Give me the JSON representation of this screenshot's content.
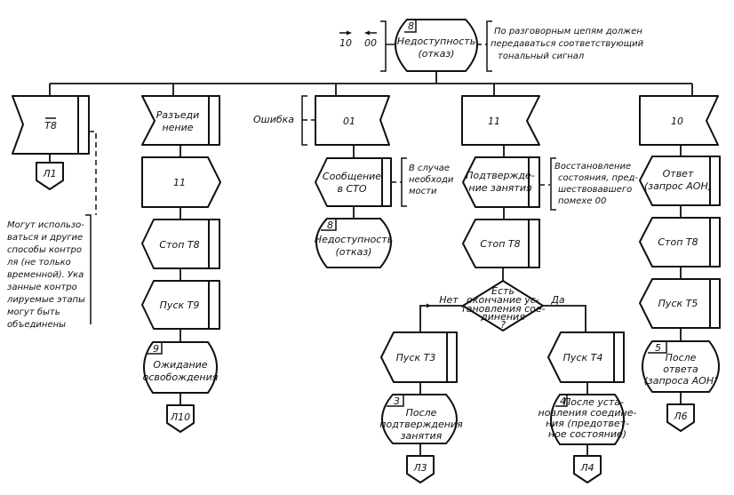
{
  "top": {
    "signal_left": "10",
    "signal_right": "00",
    "state_number": "8",
    "state_label": [
      "Недоступность",
      "(отказ)"
    ],
    "comment": [
      "По разговорным цепям должен",
      "передаваться соответствующий",
      "тональный сигнал"
    ]
  },
  "columns": [
    {
      "input": [
        "T8"
      ],
      "connector": "Л1",
      "comment": [
        "Могут использо-",
        "ваться и другие",
        "способы контро",
        "ля (не только",
        "временной). Ука",
        "занные контро",
        "лируемые этапы",
        "могут быть",
        "объединены"
      ]
    },
    {
      "input": [
        "Разъеди",
        "нение"
      ],
      "output": [
        "11"
      ],
      "task1": [
        "Стоп T8"
      ],
      "task2": [
        "Пуск T9"
      ],
      "state_number": "9",
      "state_label": [
        "Ожидание",
        "освобождения"
      ],
      "connector": "Л10"
    },
    {
      "input": [
        "01"
      ],
      "input_comment": [
        "Ошибка"
      ],
      "task1": [
        "Сообщение",
        "в СТО"
      ],
      "task1_comment": [
        "В случае",
        "необходи",
        "мости"
      ],
      "state_number": "8",
      "state_label": [
        "Недоступность",
        "(отказ)"
      ]
    },
    {
      "input": [
        "11"
      ],
      "task1": [
        "Подтвержде-",
        "ние занятия"
      ],
      "task1_comment": [
        "Восстановление",
        "состояния, пред-",
        "шествовавшего",
        "помехе 00"
      ],
      "task2": [
        "Стоп T8"
      ],
      "decision": [
        "Есть",
        "окончание ус-",
        "тановления сое-",
        "динения",
        "?"
      ],
      "branch_no": {
        "label": "Нет",
        "task": [
          "Пуск T3"
        ],
        "state_number": "3",
        "state_label": [
          "После",
          "подтверждения",
          "занятия"
        ],
        "connector": "Л3"
      },
      "branch_yes": {
        "label": "Да",
        "task": [
          "Пуск T4"
        ],
        "state_number": "4",
        "state_label": [
          "После уста-",
          "новления соедине-",
          "ния (предответ-",
          "ное состояние)"
        ],
        "connector": "Л4"
      }
    },
    {
      "input": [
        "10"
      ],
      "task1": [
        "Ответ",
        "(запрос АОН)"
      ],
      "task2": [
        "Стоп T8"
      ],
      "task3": [
        "Пуск T5"
      ],
      "state_number": "5",
      "state_label": [
        "После",
        "ответа",
        "(запроса АОН)"
      ],
      "connector": "Л6"
    }
  ]
}
